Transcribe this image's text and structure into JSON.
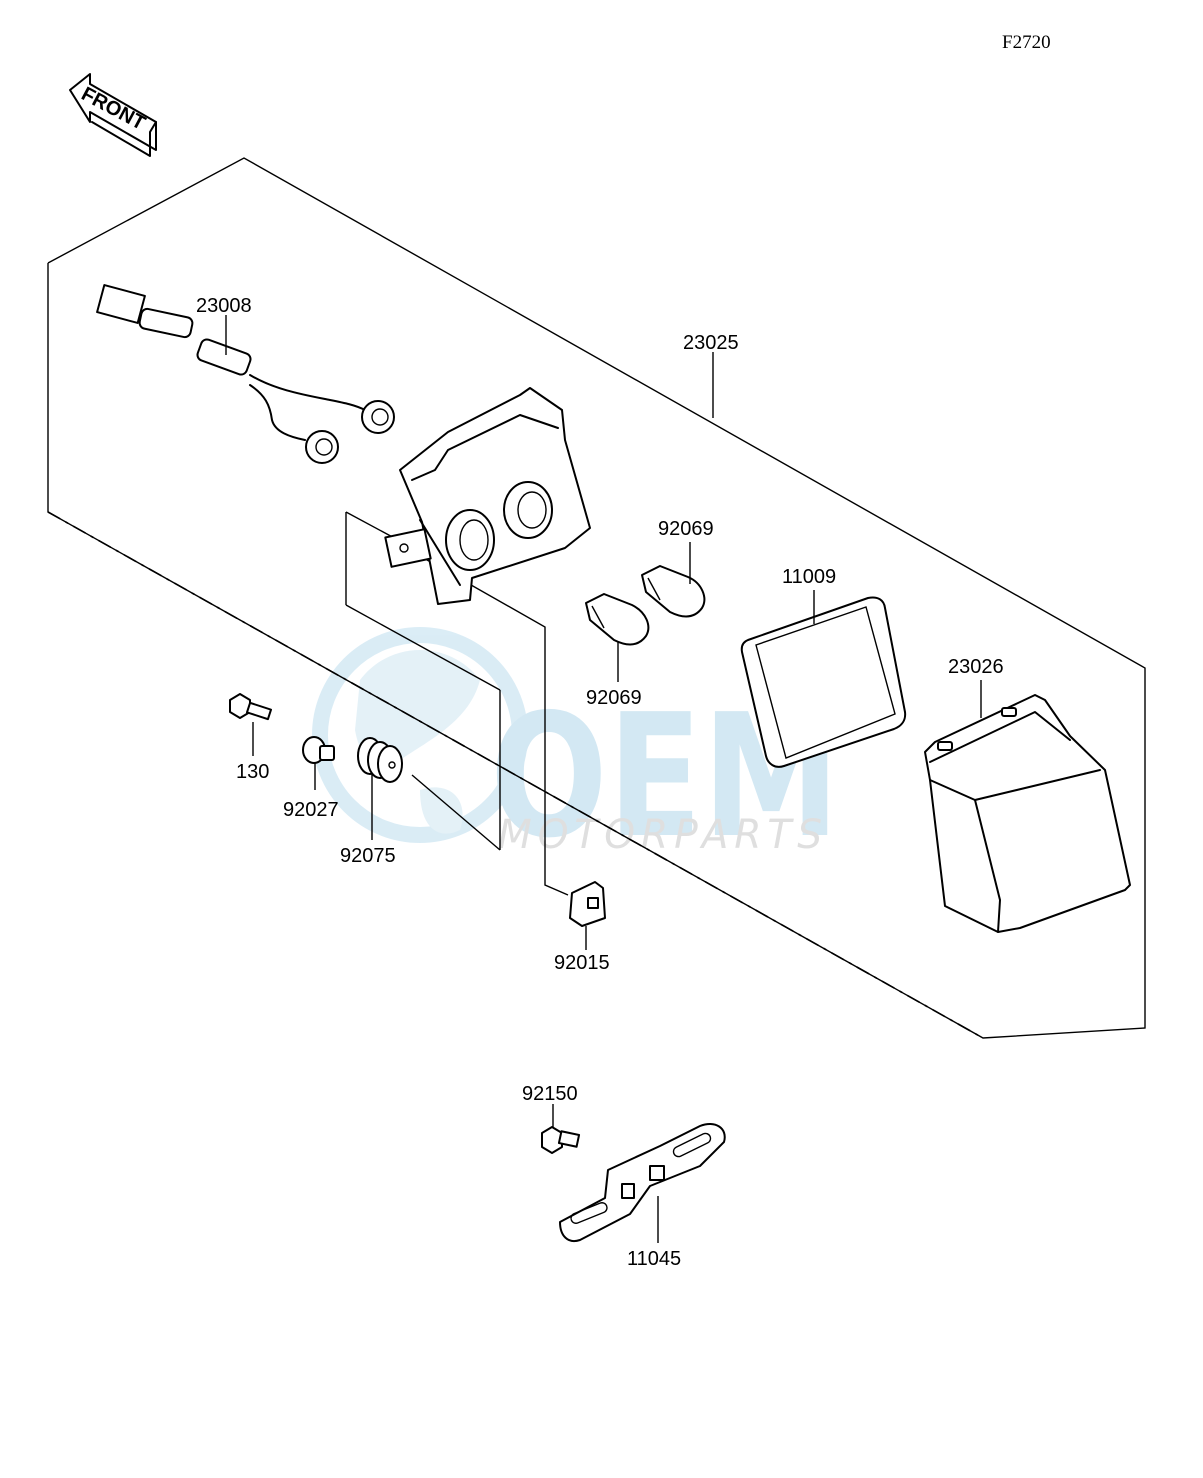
{
  "diagram_code": "F2720",
  "direction_label": "FRONT",
  "watermark": {
    "brand": "OEM",
    "subtitle": "MOTORPARTS",
    "color": "#cfe6f2"
  },
  "parts": {
    "wiring_harness": "23008",
    "tail_lamp_assembly": "23025",
    "bulb_upper": "92069",
    "bulb_lower": "92069",
    "lens_gasket": "11009",
    "lens": "23026",
    "bolt": "130",
    "collar": "92027",
    "grommet": "92075",
    "nut_clip": "92015",
    "screw": "92150",
    "bracket": "11045"
  }
}
